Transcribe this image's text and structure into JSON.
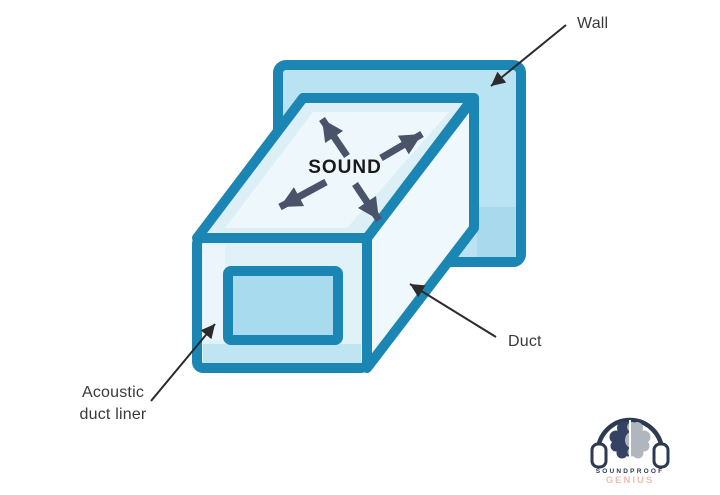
{
  "diagram": {
    "sound_label": "SOUND",
    "callouts": {
      "wall": "Wall",
      "duct": "Duct",
      "liner_line1": "Acoustic",
      "liner_line2": "duct liner"
    },
    "colors": {
      "outline_teal": "#1b86b4",
      "wall_fill": "#b9e2f2",
      "wall_shadow_fill": "#a9d9ec",
      "duct_top_fill": "#dceef6",
      "duct_top_highlight": "#eef7fc",
      "duct_front_fill": "#e0f1f8",
      "duct_side_fill": "#eff8fc",
      "liner_fill": "#a8dbee",
      "liner_strip_fill": "#bfe5f2",
      "sound_arrow_color": "#49536a",
      "sound_text_color": "#1a1a1a",
      "callout_arrow_color": "#2b2b2b",
      "label_text_color": "#3a3a3a"
    }
  },
  "logo": {
    "name_line1": "SOUNDPROOF",
    "name_line2": "GENIUS",
    "colors": {
      "navy": "#2e3a52",
      "brain_left": "#344264",
      "brain_right": "#b0b6bd",
      "salmon": "#edbfb1"
    }
  }
}
